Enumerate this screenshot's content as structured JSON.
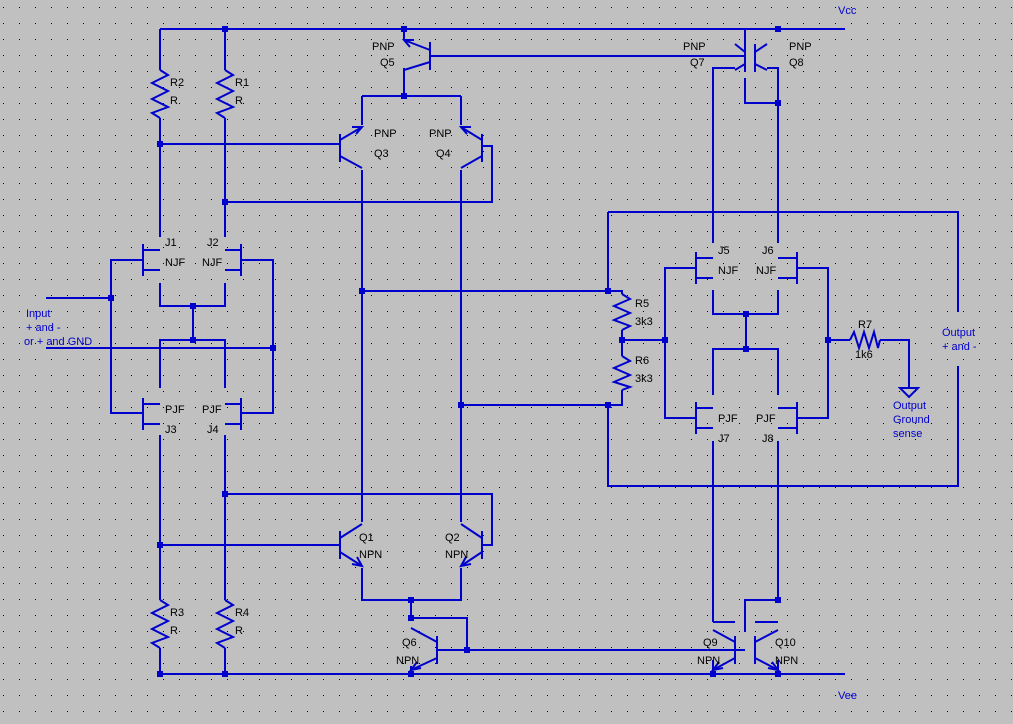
{
  "nets": {
    "vcc": "Vcc",
    "vee": "Vee",
    "input": [
      "Input",
      "+ and -",
      "or + and GND"
    ],
    "output": [
      "Output",
      "+ and -"
    ],
    "ground_sense": [
      "Output",
      "Ground",
      "sense"
    ]
  },
  "resistors": [
    {
      "name": "R2",
      "value": "R"
    },
    {
      "name": "R1",
      "value": "R"
    },
    {
      "name": "R3",
      "value": "R"
    },
    {
      "name": "R4",
      "value": "R"
    },
    {
      "name": "R5",
      "value": "3k3"
    },
    {
      "name": "R6",
      "value": "3k3"
    },
    {
      "name": "R7",
      "value": "1k6"
    }
  ],
  "transistors": [
    {
      "name": "Q5",
      "type": "PNP"
    },
    {
      "name": "Q3",
      "type": "PNP"
    },
    {
      "name": "Q4",
      "type": "PNP"
    },
    {
      "name": "Q7",
      "type": "PNP"
    },
    {
      "name": "Q8",
      "type": "PNP"
    },
    {
      "name": "Q1",
      "type": "NPN"
    },
    {
      "name": "Q2",
      "type": "NPN"
    },
    {
      "name": "Q6",
      "type": "NPN"
    },
    {
      "name": "Q9",
      "type": "NPN"
    },
    {
      "name": "Q10",
      "type": "NPN"
    }
  ],
  "jfets": [
    {
      "name": "J1",
      "type": "NJF"
    },
    {
      "name": "J2",
      "type": "NJF"
    },
    {
      "name": "J3",
      "type": "PJF"
    },
    {
      "name": "J4",
      "type": "PJF"
    },
    {
      "name": "J5",
      "type": "NJF"
    },
    {
      "name": "J6",
      "type": "NJF"
    },
    {
      "name": "J7",
      "type": "PJF"
    },
    {
      "name": "J8",
      "type": "PJF"
    }
  ],
  "colors": {
    "background": "#c0c0c0",
    "wire": "#0000cc",
    "grid": "#000000",
    "net_label": "#0000cc"
  }
}
